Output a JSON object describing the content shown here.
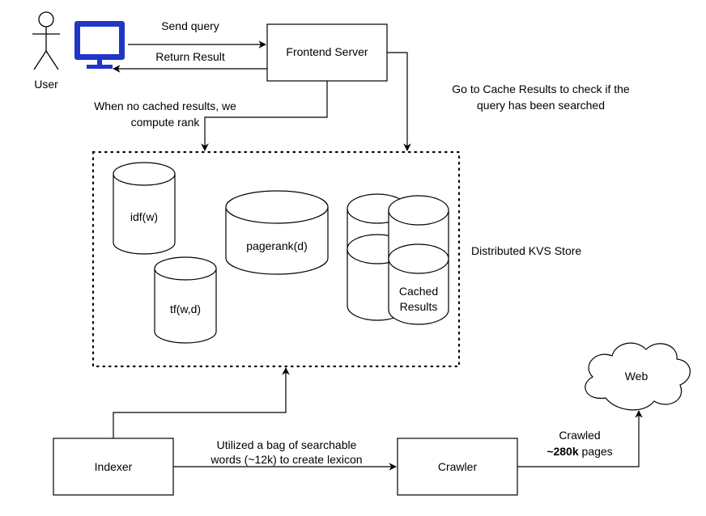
{
  "actors": {
    "user": {
      "label": "User",
      "icon": "user-stick-figure-icon"
    },
    "computer": {
      "icon": "monitor-icon",
      "color": "#1f36c7"
    }
  },
  "nodes": {
    "frontend": "Frontend Server",
    "indexer": "Indexer",
    "crawler": "Crawler",
    "web": "Web"
  },
  "store": {
    "label": "Distributed KVS Store",
    "tables": {
      "idf": "idf(w)",
      "tf": "tf(w,d)",
      "pagerank": "pagerank(d)",
      "cached_line1": "Cached",
      "cached_line2": "Results"
    }
  },
  "edges": {
    "send_query": "Send query",
    "return_result": "Return Result",
    "no_cache_line1": "When no cached results, we",
    "no_cache_line2": "compute rank",
    "cache_check_line1": "Go to Cache Results to check if the",
    "cache_check_line2": "query has been searched",
    "indexer_line1": "Utilized a bag of searchable",
    "indexer_line2": "words (~12k) to create lexicon",
    "crawled_line1": "Crawled",
    "crawled_count": "~280k",
    "crawled_suffix": " pages"
  }
}
